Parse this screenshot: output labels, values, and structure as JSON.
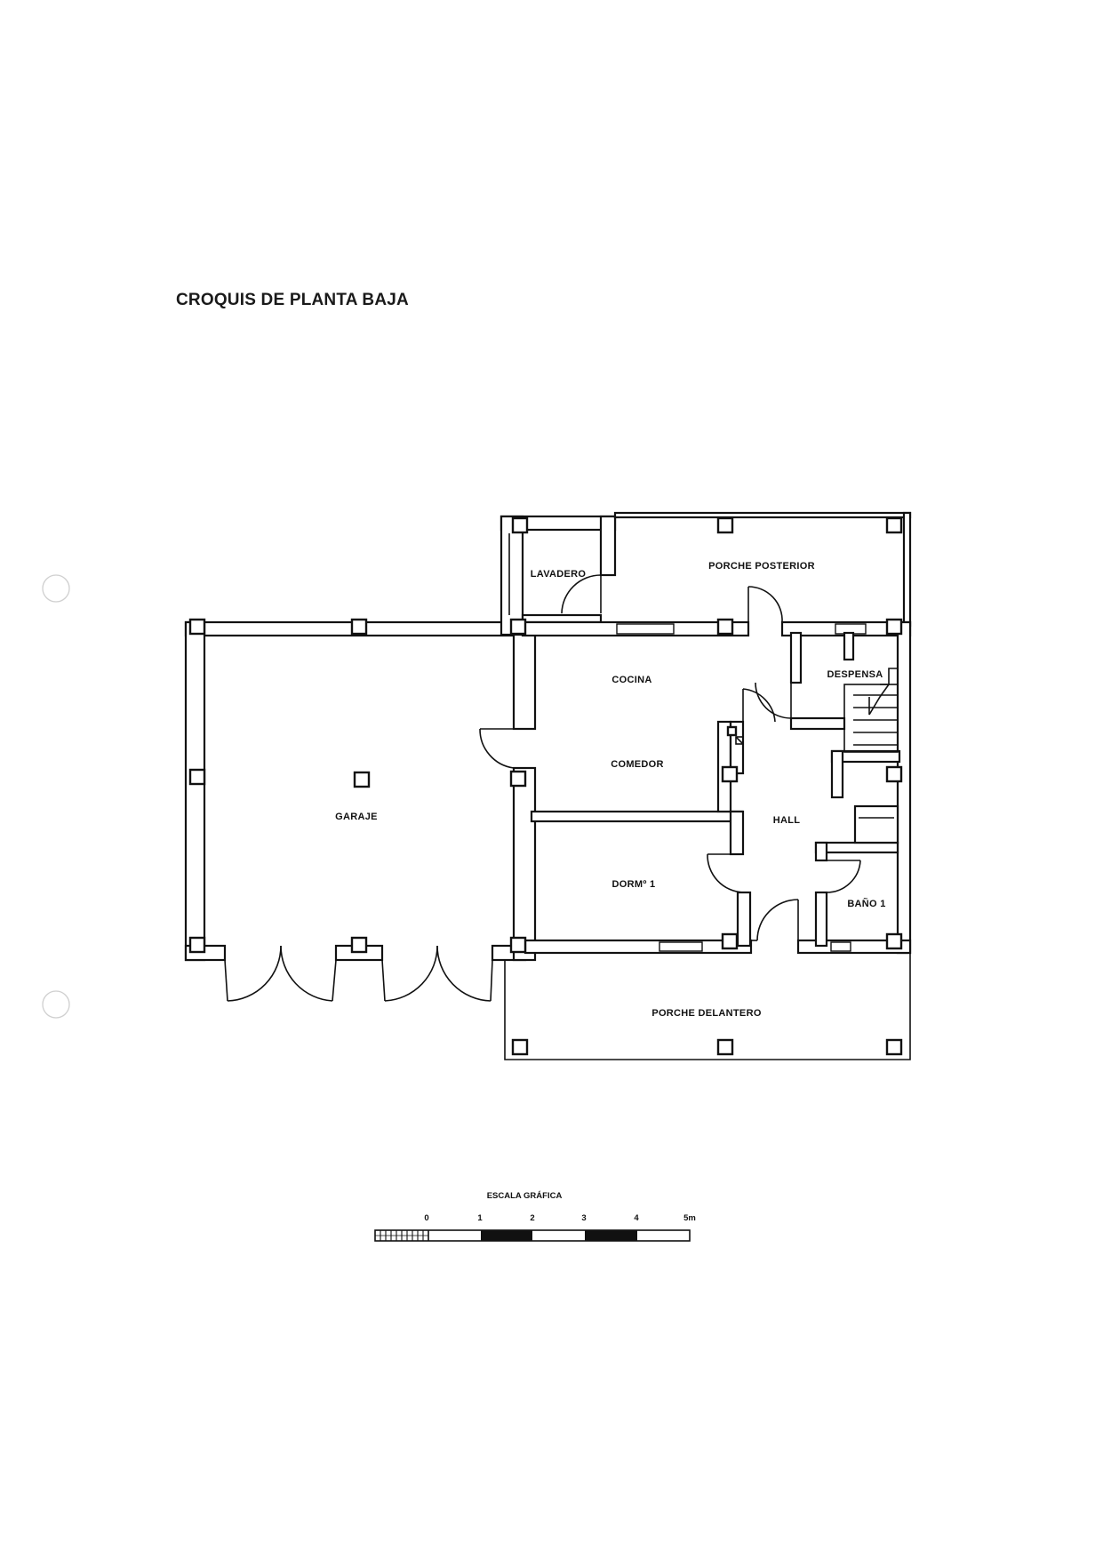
{
  "title": "CROQUIS DE PLANTA BAJA",
  "rooms": {
    "lavadero": "LAVADERO",
    "porche_posterior": "PORCHE POSTERIOR",
    "cocina": "COCINA",
    "despensa": "DESPENSA",
    "comedor": "COMEDOR",
    "garaje": "GARAJE",
    "hall": "HALL",
    "dormitorio_1": "DORMº 1",
    "bano_1": "BAÑO 1",
    "porche_delantero": "PORCHE DELANTERO"
  },
  "scale": {
    "title": "ESCALA GRÁFICA",
    "ticks": [
      "0",
      "1",
      "2",
      "3",
      "4",
      "5m"
    ]
  }
}
